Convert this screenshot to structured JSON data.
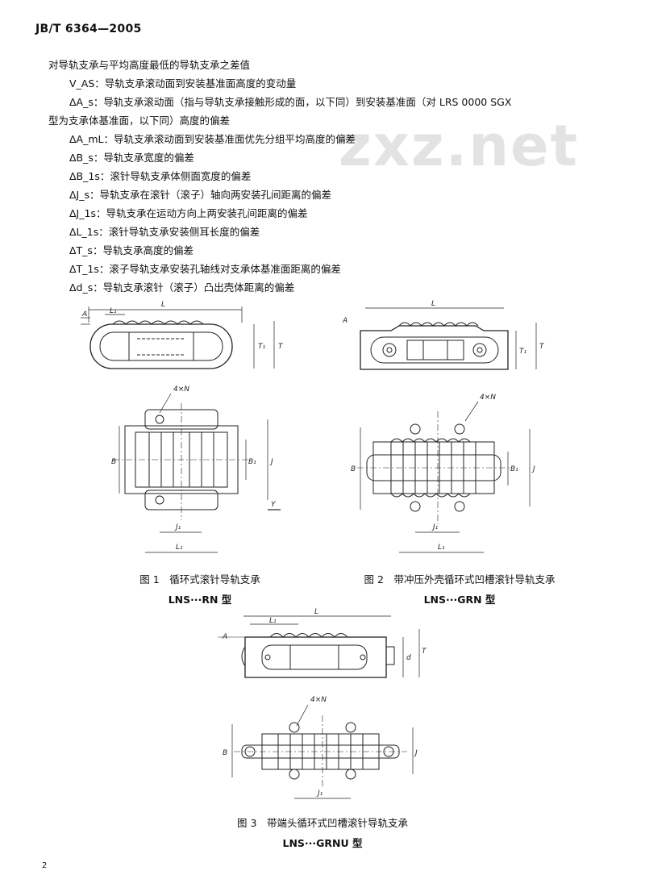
{
  "header": {
    "standard_number": "JB/T 6364—2005"
  },
  "watermark": "zxz.net",
  "definitions": [
    {
      "id": "def0",
      "symbol": "",
      "text": "对导轨支承与平均高度最低的导轨支承之差值"
    },
    {
      "id": "def1",
      "symbol": "V_AS：",
      "text": "导轨支承滚动面到安装基准面高度的变动量"
    },
    {
      "id": "def2",
      "symbol": "ΔA_s：",
      "text": "导轨支承滚动面（指与导轨支承接触形成的面，以下同）到安装基准面（对 LRS 0000 SGX"
    },
    {
      "id": "def3",
      "symbol": "",
      "text": "型为支承体基准面，以下同）高度的偏差"
    },
    {
      "id": "def4",
      "symbol": "ΔA_mL：",
      "text": "导轨支承滚动面到安装基准面优先分组平均高度的偏差"
    },
    {
      "id": "def5",
      "symbol": "ΔB_s：",
      "text": "导轨支承宽度的偏差"
    },
    {
      "id": "def6",
      "symbol": "ΔB_1s：",
      "text": "滚针导轨支承体侧面宽度的偏差"
    },
    {
      "id": "def7",
      "symbol": "ΔJ_s：",
      "text": "导轨支承在滚针（滚子）轴向两安装孔间距离的偏差"
    },
    {
      "id": "def8",
      "symbol": "ΔJ_1s：",
      "text": "导轨支承在运动方向上两安装孔间距离的偏差"
    },
    {
      "id": "def9",
      "symbol": "ΔL_1s：",
      "text": "滚针导轨支承安装侧耳长度的偏差"
    },
    {
      "id": "def10",
      "symbol": "ΔT_s：",
      "text": "导轨支承高度的偏差"
    },
    {
      "id": "def11",
      "symbol": "ΔT_1s：",
      "text": "滚子导轨支承安装孔轴线对支承体基准面距离的偏差"
    },
    {
      "id": "def12",
      "symbol": "Δd_s：",
      "text": "导轨支承滚针（滚子）凸出壳体距离的偏差"
    }
  ],
  "figures": [
    {
      "id": "fig1",
      "caption": "图 1　循环式滚针导轨支承",
      "model": "LNS···RN 型",
      "hole_label": "4×N"
    },
    {
      "id": "fig2",
      "caption": "图 2　带冲压外壳循环式凹槽滚针导轨支承",
      "model": "LNS···GRN 型",
      "hole_label": "4×N"
    },
    {
      "id": "fig3",
      "caption": "图 3　带端头循环式凹槽滚针导轨支承",
      "model": "LNS···GRNU 型",
      "hole_label": "4×N"
    }
  ],
  "dim_labels": {
    "L": "L",
    "L1": "L₁",
    "T": "T",
    "T1": "T₁",
    "B": "B",
    "B1": "B₁",
    "J": "J",
    "J1": "J₁",
    "A": "A",
    "d": "d",
    "Y": "Y"
  },
  "page_number": "2"
}
